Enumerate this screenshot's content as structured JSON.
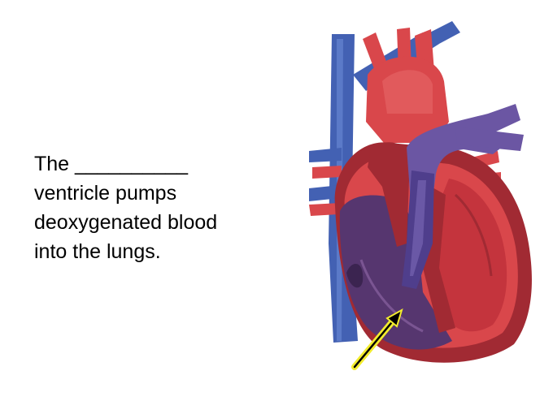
{
  "slide": {
    "question_lines": [
      "The __________",
      "ventricle pumps",
      "deoxygenated blood",
      "into the lungs."
    ]
  },
  "diagram": {
    "subject": "heart-cross-section",
    "pointer": "arrow pointing at the right ventricle",
    "colors": {
      "oxygenated": "#d9474b",
      "oxygenated_dark": "#a12a33",
      "deoxygenated": "#4361b3",
      "chamber": "#56366f",
      "pulmonary": "#6b56a3",
      "arrow": "#f2ec2e"
    }
  }
}
